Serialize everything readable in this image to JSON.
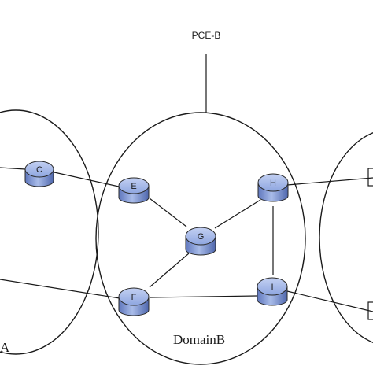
{
  "colors": {
    "line": "#1a1a1a",
    "router_top": "#8da4df",
    "router_side": "#6b83c7",
    "router_shade": "#c9d5f0"
  },
  "pce": {
    "label": "PCE-B"
  },
  "domains": {
    "left_label": "A",
    "center_label": "DomainB",
    "right_label": ""
  },
  "routers": {
    "C": {
      "label": "C"
    },
    "E": {
      "label": "E"
    },
    "F": {
      "label": "F"
    },
    "G": {
      "label": "G"
    },
    "H": {
      "label": "H"
    },
    "I": {
      "label": "I"
    }
  }
}
